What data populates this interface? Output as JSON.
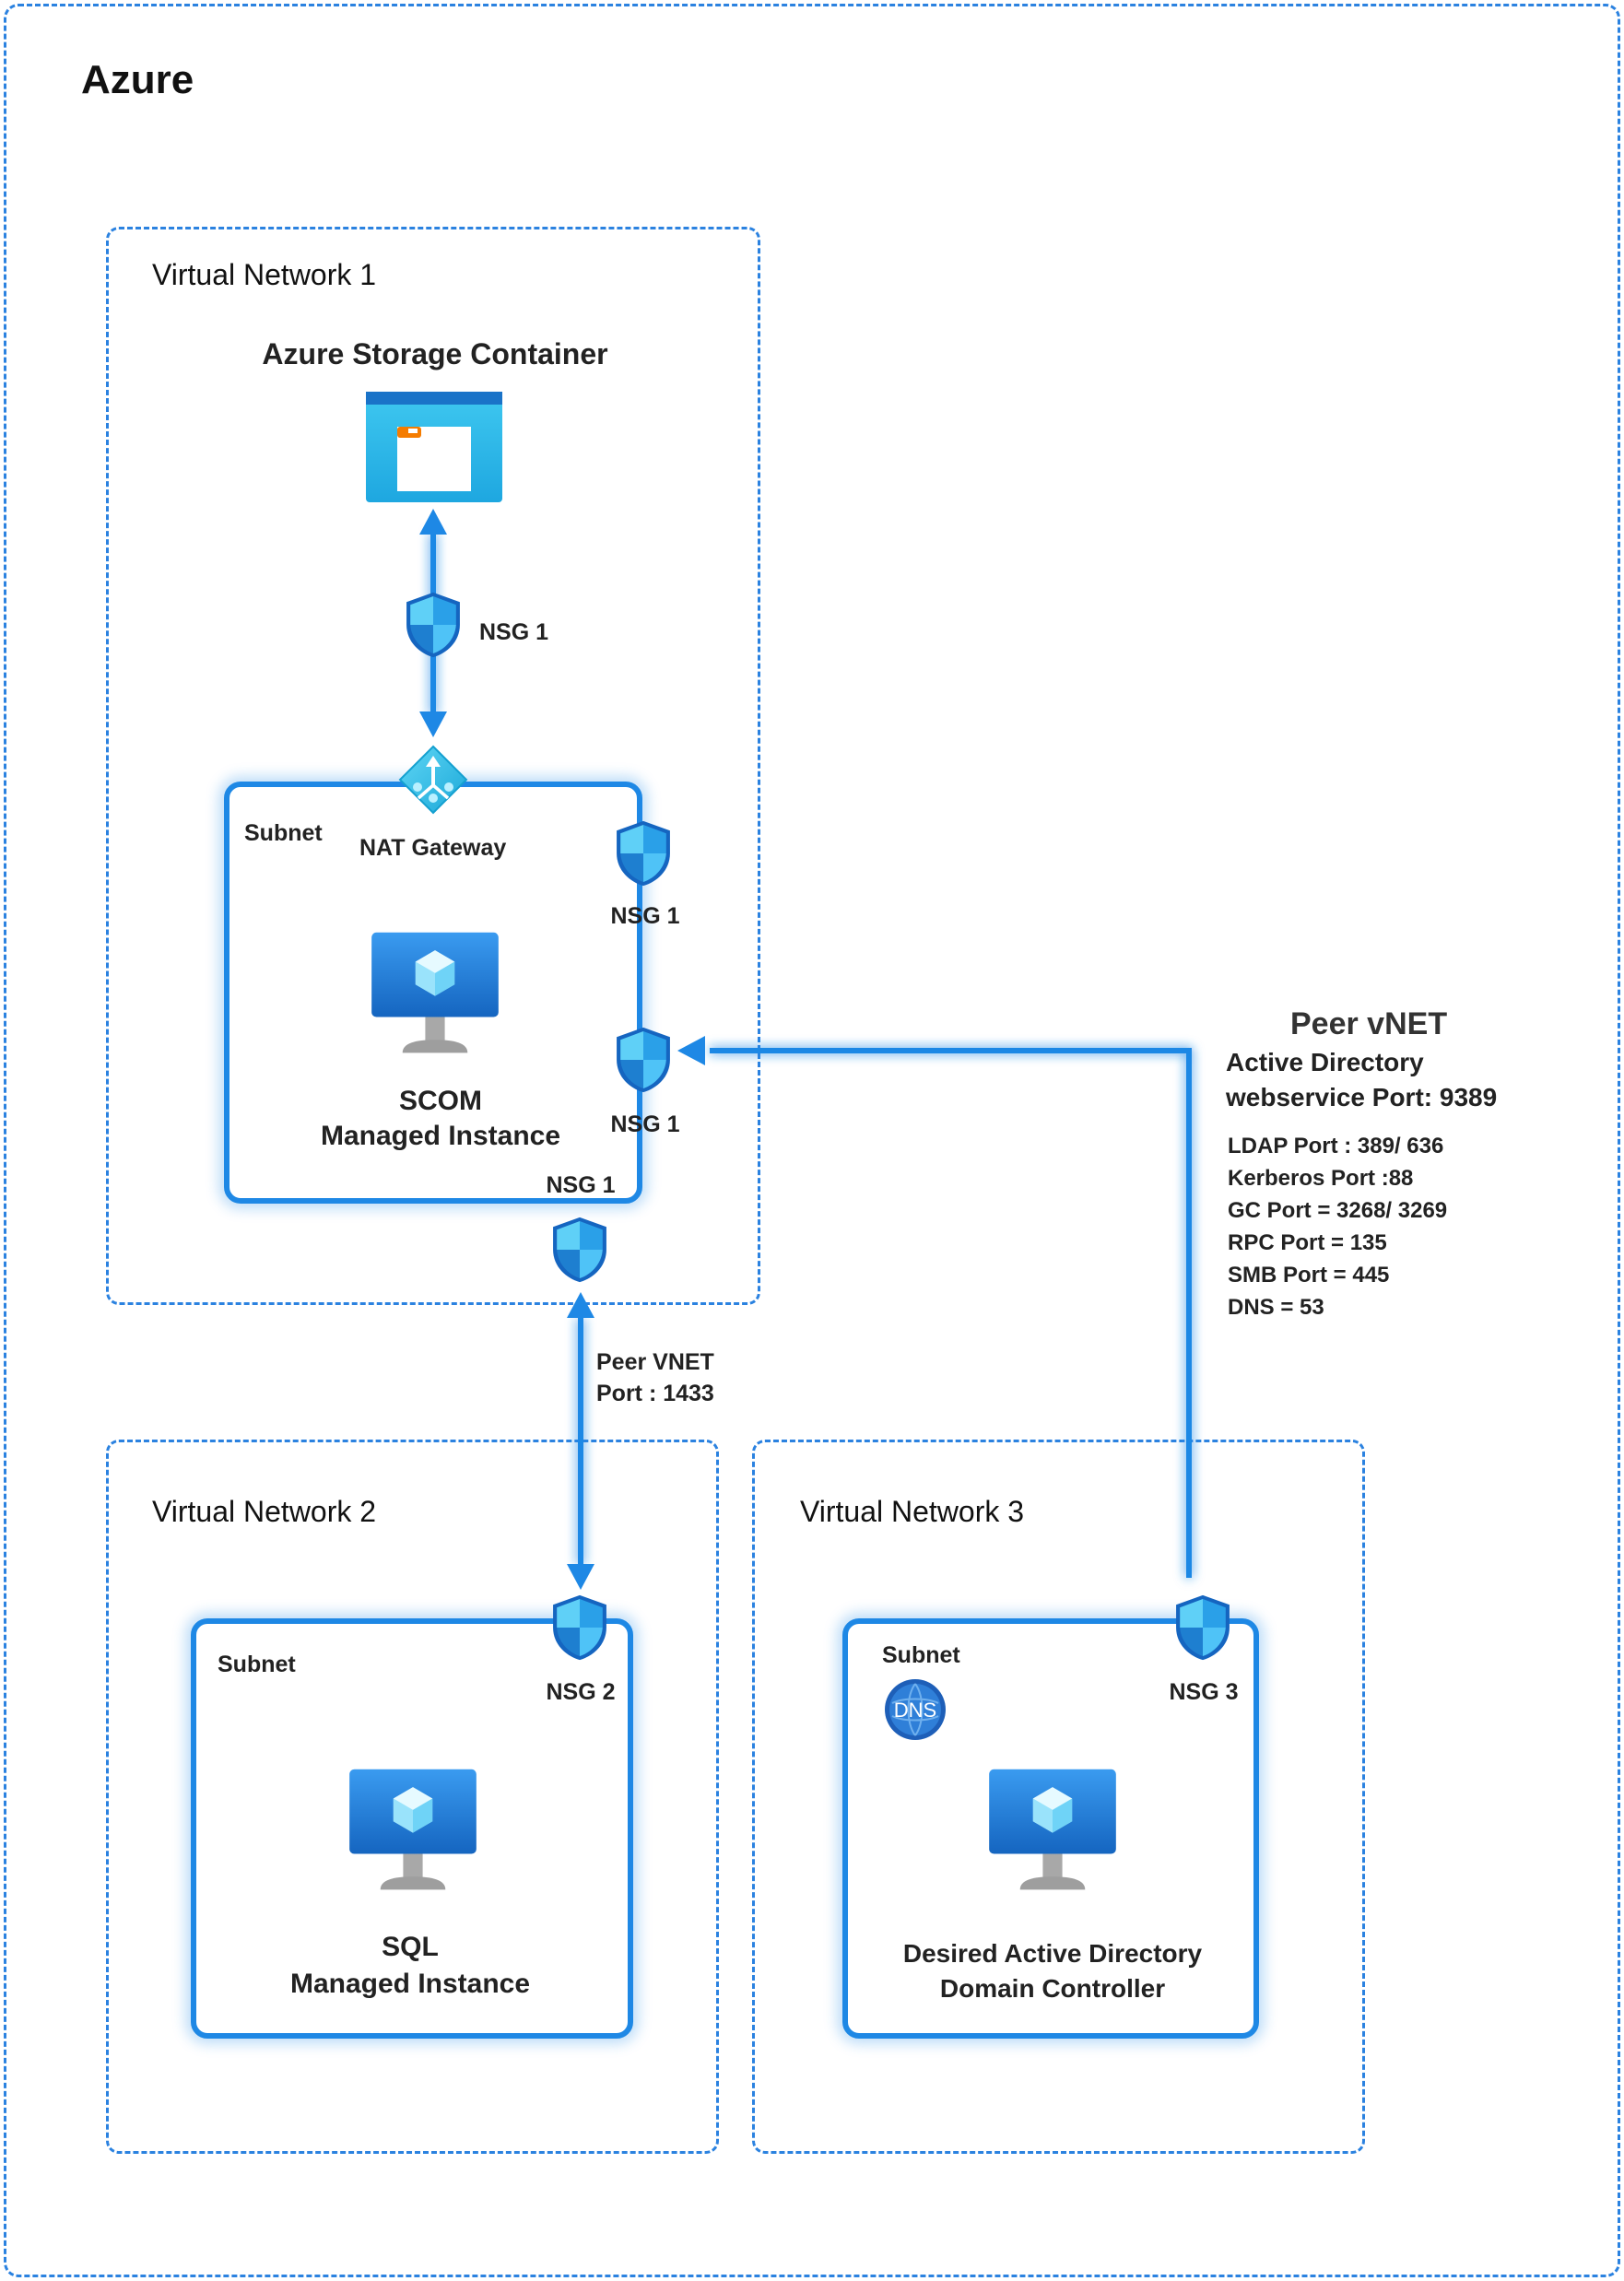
{
  "azure": {
    "title": "Azure"
  },
  "vnet1": {
    "title": "Virtual Network 1",
    "storage_title": "Azure Storage Container",
    "nsg_storage": "NSG 1",
    "subnet_label": "Subnet",
    "nat_label": "NAT Gateway",
    "nsg_right_top": "NSG 1",
    "nsg_right_mid": "NSG 1",
    "nsg_bottom": "NSG 1",
    "vm_line1": "SCOM",
    "vm_line2": "Managed Instance"
  },
  "vnet2": {
    "title": "Virtual Network 2",
    "subnet_label": "Subnet",
    "nsg": "NSG 2",
    "vm_line1": "SQL",
    "vm_line2": "Managed Instance"
  },
  "vnet3": {
    "title": "Virtual Network 3",
    "subnet_label": "Subnet",
    "dns_label": "DNS",
    "nsg": "NSG 3",
    "vm_line1": "Desired Active Directory",
    "vm_line2": "Domain Controller"
  },
  "peer_sql": {
    "line1": "Peer VNET",
    "line2": "Port : 1433"
  },
  "peer_ad": {
    "title": "Peer vNET",
    "ad_line1": "Active Directory",
    "ad_line2": "webservice Port: 9389",
    "ports": [
      "LDAP Port : 389/ 636",
      "Kerberos Port :88",
      "GC Port = 3268/ 3269",
      "RPC Port = 135",
      "SMB Port = 445",
      "DNS = 53"
    ]
  },
  "colors": {
    "line": "#1e88e5",
    "dashed_border": "#2b82e0",
    "shield_dark": "#1565c0",
    "shield_light": "#4fc3f7",
    "monitor": "#1e88e5",
    "storage_orange": "#f57c00"
  },
  "icons": {
    "storage": "storage-container-icon",
    "nat": "nat-gateway-icon",
    "shield": "nsg-shield-icon",
    "vm": "virtual-machine-icon",
    "dns": "dns-zone-icon"
  }
}
